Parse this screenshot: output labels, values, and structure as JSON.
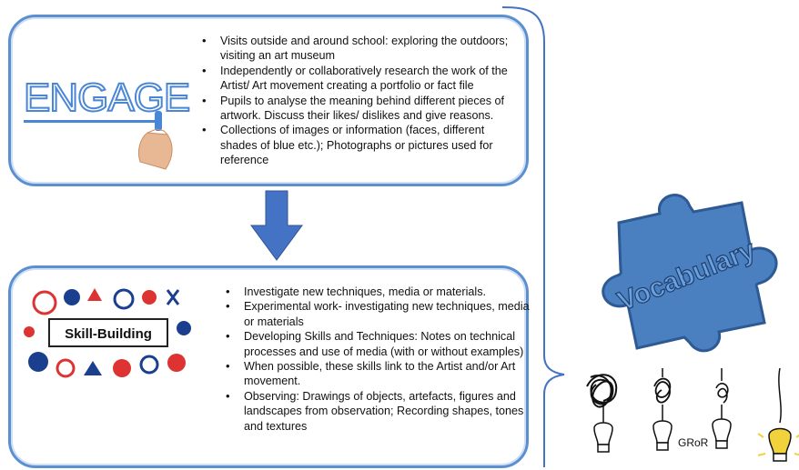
{
  "engage": {
    "logo_text": "ENGAGE",
    "bullets": [
      "Visits outside and around school: exploring the outdoors; visiting an art museum",
      "Independently or collaboratively research the work of the Artist/ Art movement creating a portfolio or fact file",
      "Pupils to analyse the meaning behind different pieces of artwork. Discuss their likes/ dislikes and give reasons.",
      "Collections of images or information (faces, different shades of blue etc.); Photographs or pictures used for reference"
    ]
  },
  "skill": {
    "logo_text": "Skill-Building",
    "bullets": [
      "Investigate new techniques, media or materials.",
      "Experimental work- investigating new techniques, media or materials",
      "Developing Skills and Techniques: Notes on technical processes and use of media (with or without examples)",
      "When possible, these skills link to the Artist and/or Art movement.",
      "Observing: Drawings of objects, artefacts, figures and landscapes from observation; Recording shapes, tones and textures"
    ]
  },
  "vocabulary": {
    "label": "Vocabulary"
  },
  "gror": {
    "label": "GRoR"
  },
  "colors": {
    "box_border": "#5b8fcf",
    "arrow": "#4472c4",
    "puzzle": "#4a7fc0",
    "bulb_lit": "#f2d23c"
  }
}
